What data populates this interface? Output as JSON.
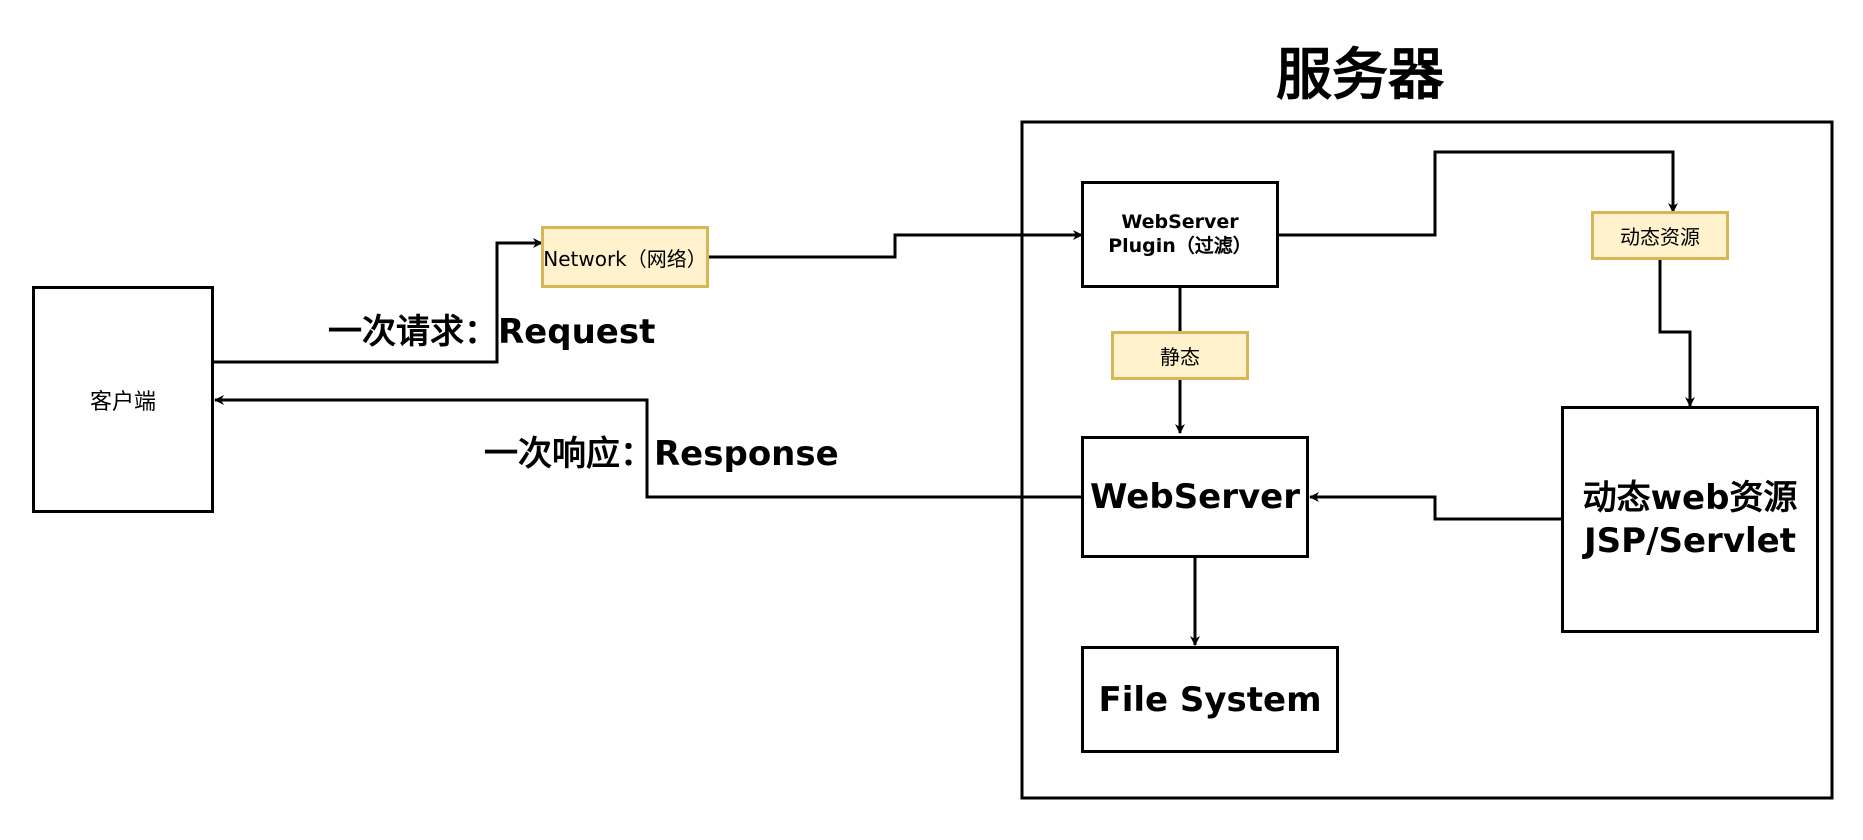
{
  "title": "服务器",
  "nodes": {
    "client": "客户端",
    "plugin": "WebServer\nPlugin（过滤）",
    "webserver": "WebServer",
    "filesystem": "File System",
    "dynamic_web": "动态web资源\nJSP/Servlet"
  },
  "tags": {
    "network": "Network（网络）",
    "static": "静态",
    "dynamic": "动态资源"
  },
  "edge_labels": {
    "request": "一次请求：Request",
    "response": "一次响应：Response"
  },
  "colors": {
    "tag_fill": "#fff2cc",
    "tag_border": "#d6b656",
    "stroke": "#000000"
  }
}
